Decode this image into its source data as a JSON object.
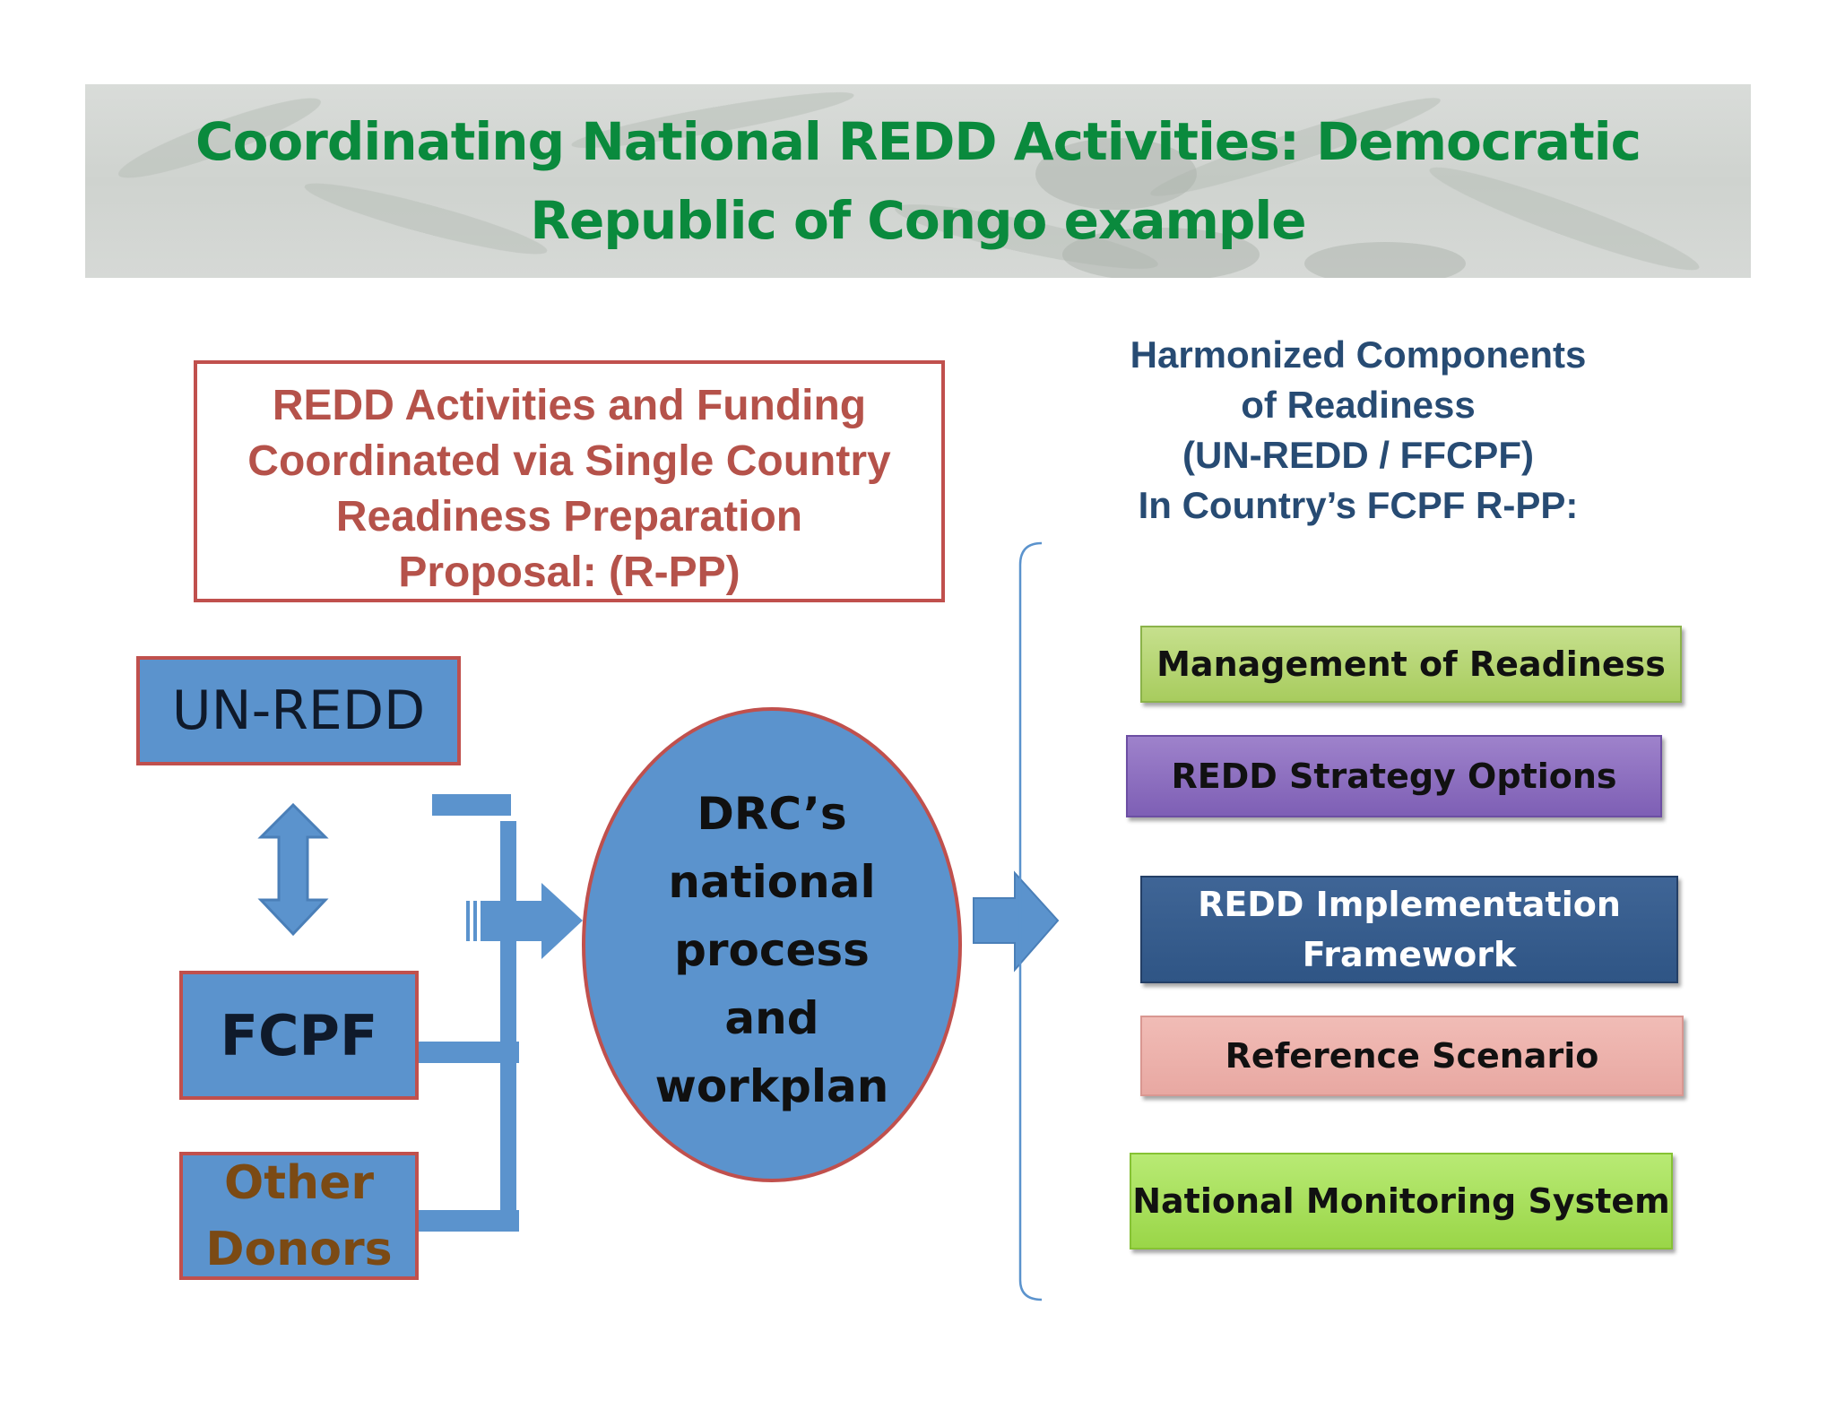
{
  "title": {
    "line1": "Coordinating National REDD Activities:  Democratic",
    "line2": "Republic of Congo example"
  },
  "coordination_box": {
    "line1": "REDD Activities and Funding",
    "line2": "Coordinated via Single Country",
    "line3": "Readiness Preparation",
    "line4": "Proposal:  (R-PP)"
  },
  "funders": {
    "unredd": "UN-REDD",
    "fcpf": "FCPF",
    "other_donors_line1": "Other",
    "other_donors_line2": "Donors"
  },
  "national_process": {
    "line1": "DRC’s",
    "line2": "national",
    "line3": "process",
    "line4": "and",
    "line5": "workplan"
  },
  "harmonized": {
    "line1": "Harmonized Components",
    "line2": "of Readiness",
    "line3": "(UN-REDD / FFCPF)",
    "line4": "In Country’s FCPF R-PP:"
  },
  "components": {
    "management": "Management of Readiness",
    "strategy": "REDD Strategy Options",
    "implementation_line1": "REDD Implementation",
    "implementation_line2": "Framework",
    "reference": "Reference Scenario",
    "monitoring": "National Monitoring System"
  },
  "colors": {
    "title_green": "#0a8a3d",
    "box_red": "#c0504d",
    "shape_blue": "#5b93cd",
    "heading_navy": "#274b73"
  }
}
